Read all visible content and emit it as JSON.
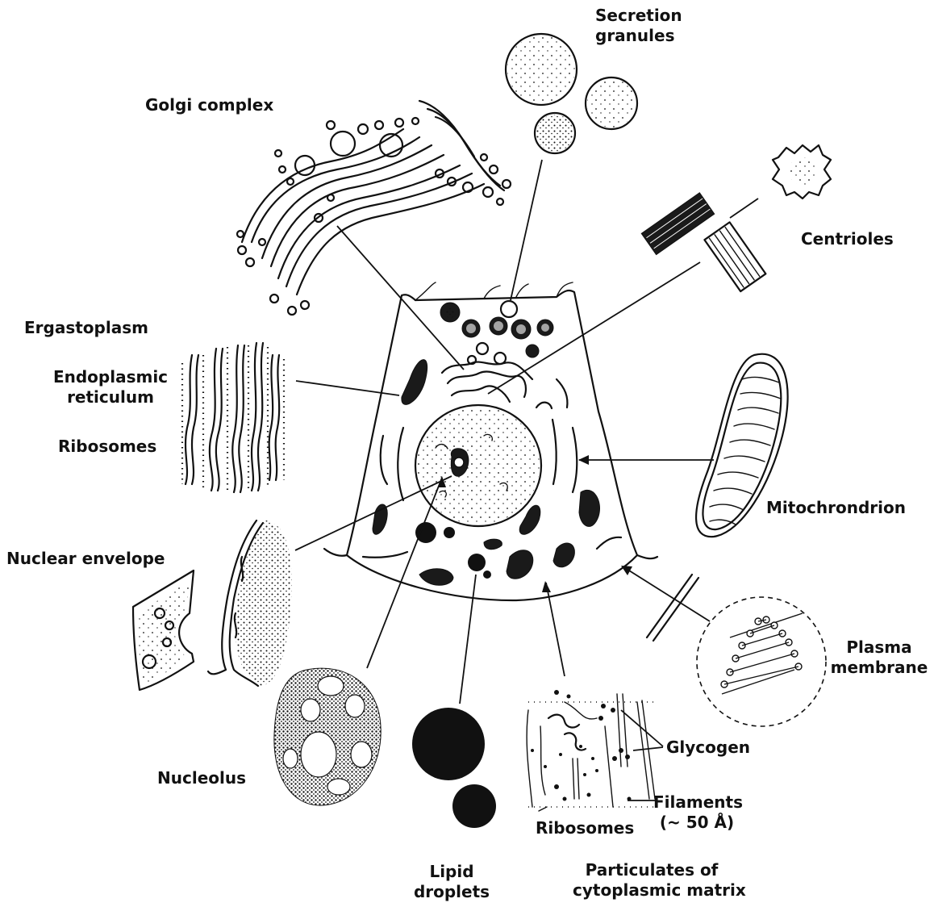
{
  "labels": {
    "secretion_granules": [
      "Secretion",
      "granules"
    ],
    "golgi_complex": "Golgi complex",
    "centrioles": "Centrioles",
    "ergastoplasm": "Ergastoplasm",
    "endoplasmic_reticulum": [
      "Endoplasmic",
      "reticulum"
    ],
    "ribosomes_left": "Ribosomes",
    "mitochondrion": "Mitochrondrion",
    "nuclear_envelope": "Nuclear envelope",
    "plasma_membrane": [
      "Plasma",
      "membrane"
    ],
    "nucleolus": "Nucleolus",
    "glycogen": "Glycogen",
    "filaments": [
      "Filaments",
      "(~ 50 Å)"
    ],
    "ribosomes_bottom": "Ribosomes",
    "lipid_droplets": [
      "Lipid",
      "droplets"
    ],
    "particulates": [
      "Particulates of",
      "cytoplasmic matrix"
    ]
  }
}
